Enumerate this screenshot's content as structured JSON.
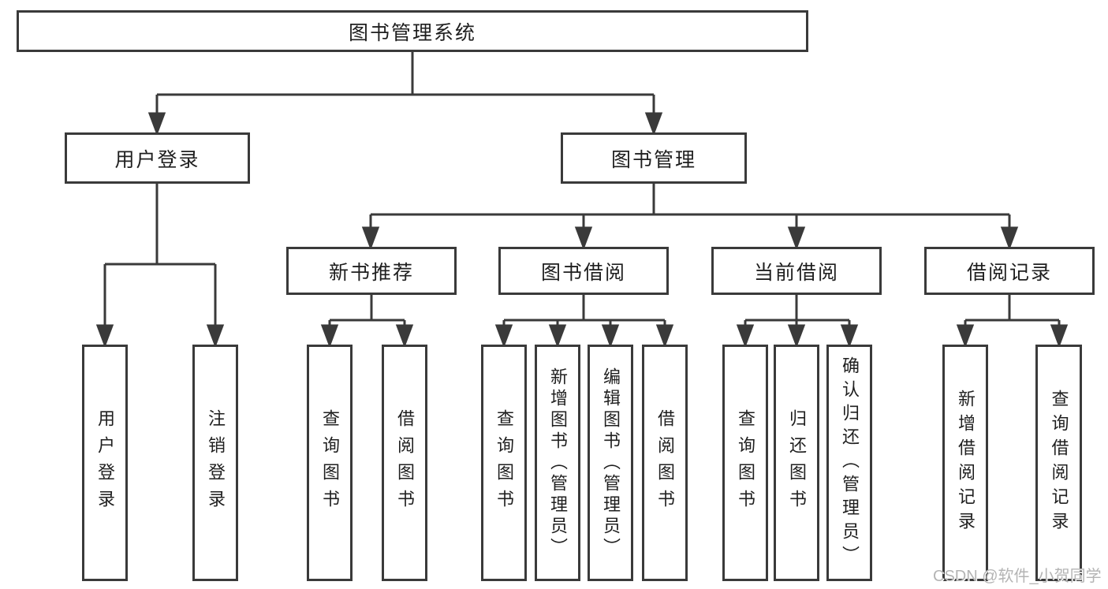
{
  "diagram": {
    "root": {
      "label": "图书管理系统"
    },
    "level2": [
      {
        "label": "用户登录",
        "leaves": [
          "用户登录",
          "注销登录"
        ]
      },
      {
        "label": "图书管理"
      }
    ],
    "level3": [
      {
        "label": "新书推荐",
        "leaves": [
          "查询图书",
          "借阅图书"
        ]
      },
      {
        "label": "图书借阅",
        "leaves": [
          "查询图书",
          "新增图书（管理员）",
          "编辑图书（管理员）",
          "借阅图书"
        ]
      },
      {
        "label": "当前借阅",
        "leaves": [
          "查询图书",
          "归还图书",
          "确认归还（管理员）"
        ]
      },
      {
        "label": "借阅记录",
        "leaves": [
          "新增借阅记录",
          "查询借阅记录"
        ]
      }
    ]
  },
  "watermark": {
    "text": "CSDN @软件_小贺同学"
  },
  "colors": {
    "line": "#3a3a3a",
    "text": "#1f1f1f",
    "background": "#ffffff",
    "watermark": "#b4b4b4"
  }
}
